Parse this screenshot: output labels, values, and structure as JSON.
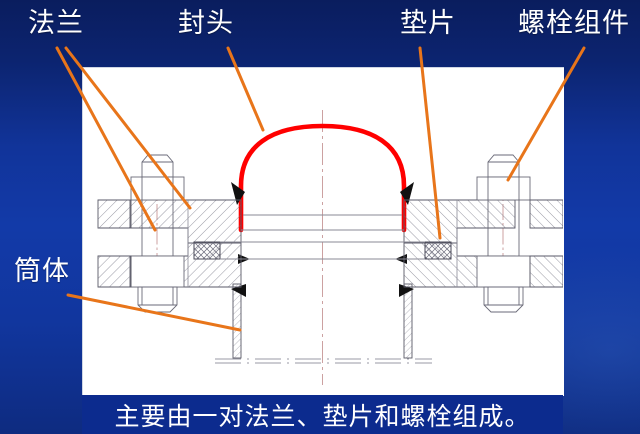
{
  "slide": {
    "background_top_color": "#0a1d5e",
    "background_mid_color": "#123aa8",
    "accent_leader_color": "#E8751A",
    "panel_background": "#ffffff",
    "caption_bar_color": "#0c2b8e"
  },
  "labels": {
    "flange": "法兰",
    "head": "封头",
    "gasket": "垫片",
    "bolt_assembly": "螺栓组件",
    "shell": "筒体"
  },
  "caption": {
    "text": "主要由一对法兰、垫片和螺栓组成。"
  },
  "diagram": {
    "title_semantic": "bolted-flange-joint-cross-section",
    "head_color": "#FF0000",
    "line_color": "#4a4a5a",
    "centerline_color": "#c08a8a",
    "parts": [
      {
        "name": "head",
        "label": "封头",
        "color": "#FF0000"
      },
      {
        "name": "flange-left",
        "label": "法兰"
      },
      {
        "name": "flange-right",
        "label": "法兰"
      },
      {
        "name": "gasket-left",
        "label": "垫片"
      },
      {
        "name": "gasket-right",
        "label": "垫片"
      },
      {
        "name": "bolt-left",
        "label": "螺栓组件"
      },
      {
        "name": "bolt-right",
        "label": "螺栓组件"
      },
      {
        "name": "shell-left",
        "label": "筒体"
      },
      {
        "name": "shell-right",
        "label": "筒体"
      }
    ]
  }
}
